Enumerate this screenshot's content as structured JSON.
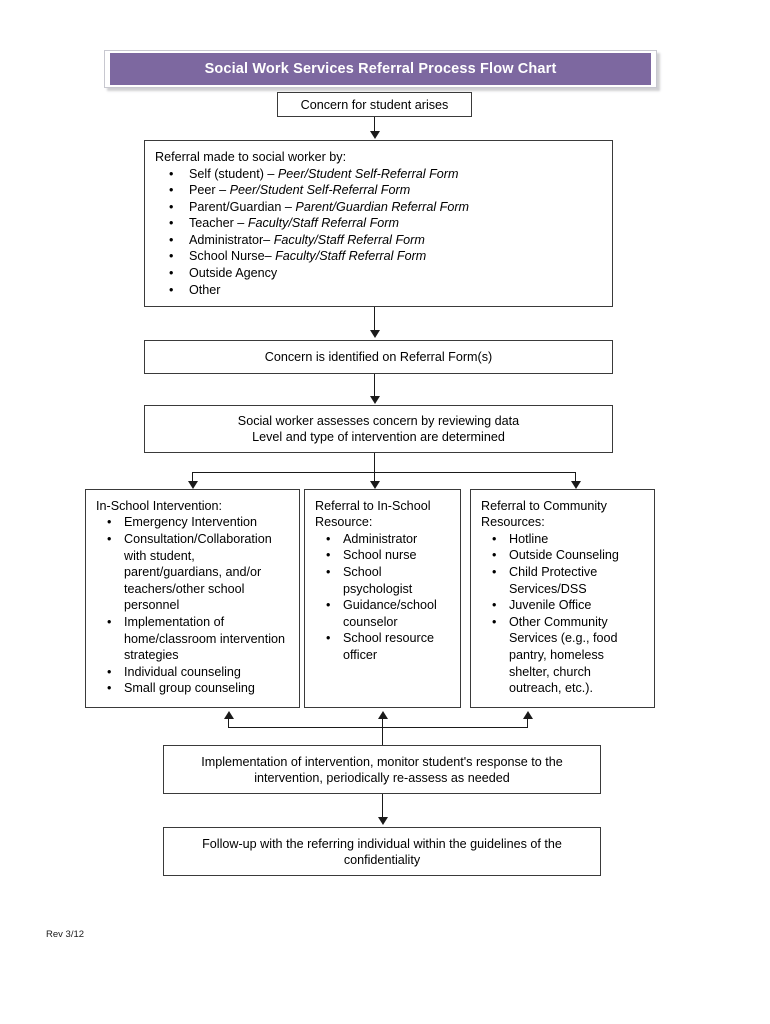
{
  "document": {
    "title": "Social Work Services Referral Process Flow Chart",
    "revision": "Rev 3/12"
  },
  "flow": {
    "concern": {
      "text": "Concern for student arises"
    },
    "referral": {
      "heading": "Referral made to social worker by:",
      "items": [
        {
          "label": "Self (student) – ",
          "form": "Peer/Student Self-Referral Form"
        },
        {
          "label": "Peer – ",
          "form": "Peer/Student Self-Referral Form"
        },
        {
          "label": "Parent/Guardian – ",
          "form": "Parent/Guardian Referral Form"
        },
        {
          "label": "Teacher – ",
          "form": "Faculty/Staff Referral Form"
        },
        {
          "label": "Administrator– ",
          "form": "Faculty/Staff Referral Form"
        },
        {
          "label": "School Nurse– ",
          "form": "Faculty/Staff Referral Form"
        },
        {
          "label": "Outside Agency",
          "form": ""
        },
        {
          "label": "Other",
          "form": ""
        }
      ]
    },
    "identified": {
      "text": "Concern is identified on Referral Form(s)"
    },
    "assess": {
      "line1": "Social worker assesses concern by reviewing data",
      "line2": "Level and type of intervention are determined"
    },
    "branches": [
      {
        "heading": "In-School Intervention:",
        "items": [
          "Emergency Intervention",
          "Consultation/Collaboration with student, parent/guardians, and/or teachers/other school personnel",
          "Implementation of home/classroom intervention strategies",
          "Individual counseling",
          "Small group counseling"
        ]
      },
      {
        "heading": "Referral to In-School Resource:",
        "items": [
          "Administrator",
          "School nurse",
          "School psychologist",
          "Guidance/school counselor",
          "School resource officer"
        ]
      },
      {
        "heading": "Referral to Community Resources:",
        "items": [
          "Hotline",
          "Outside Counseling",
          "Child Protective Services/DSS",
          "Juvenile Office",
          "Other Community Services (e.g., food pantry, homeless shelter, church outreach, etc.)."
        ]
      }
    ],
    "implementation": {
      "line1": "Implementation of intervention, monitor student's response to the",
      "line2": "intervention, periodically re-assess as needed"
    },
    "followup": {
      "line1": "Follow-up with the referring individual within the guidelines of the",
      "line2": "confidentiality"
    }
  },
  "colors": {
    "banner": "#7d68a0",
    "banner_text": "#ffffff",
    "box_border": "#3a3a3a",
    "connector": "#1a1a1a"
  }
}
